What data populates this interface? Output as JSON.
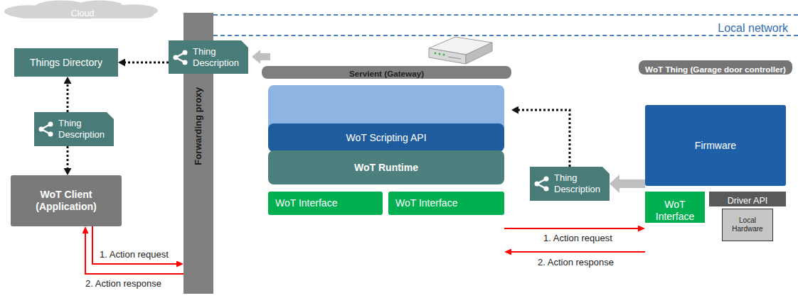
{
  "diagram": {
    "nodes": [
      {
        "text": [
          "Cloud"
        ]
      },
      {
        "text": [
          "Things Directory"
        ],
        "in": 0
      },
      {
        "text": [
          "Thing Description"
        ]
      },
      {
        "text": [
          "Thing Description"
        ]
      },
      {
        "text": [
          "WoT Client (Application)"
        ]
      },
      {
        "text": [
          "Forwarding proxy"
        ]
      },
      {
        "text": [
          "Local network"
        ]
      },
      {
        "text": [
          "Servient (Gateway)"
        ],
        "in": 6
      },
      {
        "text": [
          "WoT Scripting API"
        ],
        "in": 7
      },
      {
        "text": [
          "WoT Runtime"
        ],
        "in": 7
      },
      {
        "text": [
          "WoT Interface"
        ],
        "in": 7
      },
      {
        "text": [
          "WoT Interface"
        ],
        "in": 7
      },
      {
        "text": [
          "Thing Description"
        ],
        "in": 6
      },
      {
        "text": [
          "WoT Thing (Garage door controller)"
        ],
        "in": 6
      },
      {
        "text": [
          "Firmware"
        ],
        "in": 13
      },
      {
        "text": [
          "WoT Interface"
        ],
        "in": 13
      },
      {
        "text": [
          "Driver API"
        ],
        "in": 13
      },
      {
        "text": [
          "Local Hardware"
        ],
        "in": 16
      }
    ],
    "edges": [
      {
        "from": 2,
        "to": 1,
        "arrow": "to"
      },
      {
        "from": 3,
        "to": 1,
        "arrow": "to"
      },
      {
        "from": 3,
        "to": 4,
        "arrow": "to"
      },
      {
        "from": 4,
        "to": 5,
        "label": "1. Action request",
        "arrow": "to"
      },
      {
        "from": 5,
        "to": 4,
        "label": "2. Action response",
        "arrow": "to"
      },
      {
        "from": 11,
        "to": 15,
        "label": "1. Action request",
        "arrow": "to"
      },
      {
        "from": 15,
        "to": 11,
        "label": "2. Action response",
        "arrow": "to"
      },
      {
        "from": 12,
        "to": 7,
        "arrow": "to"
      },
      {
        "from": 14,
        "to": 12,
        "arrow": "to"
      }
    ]
  }
}
